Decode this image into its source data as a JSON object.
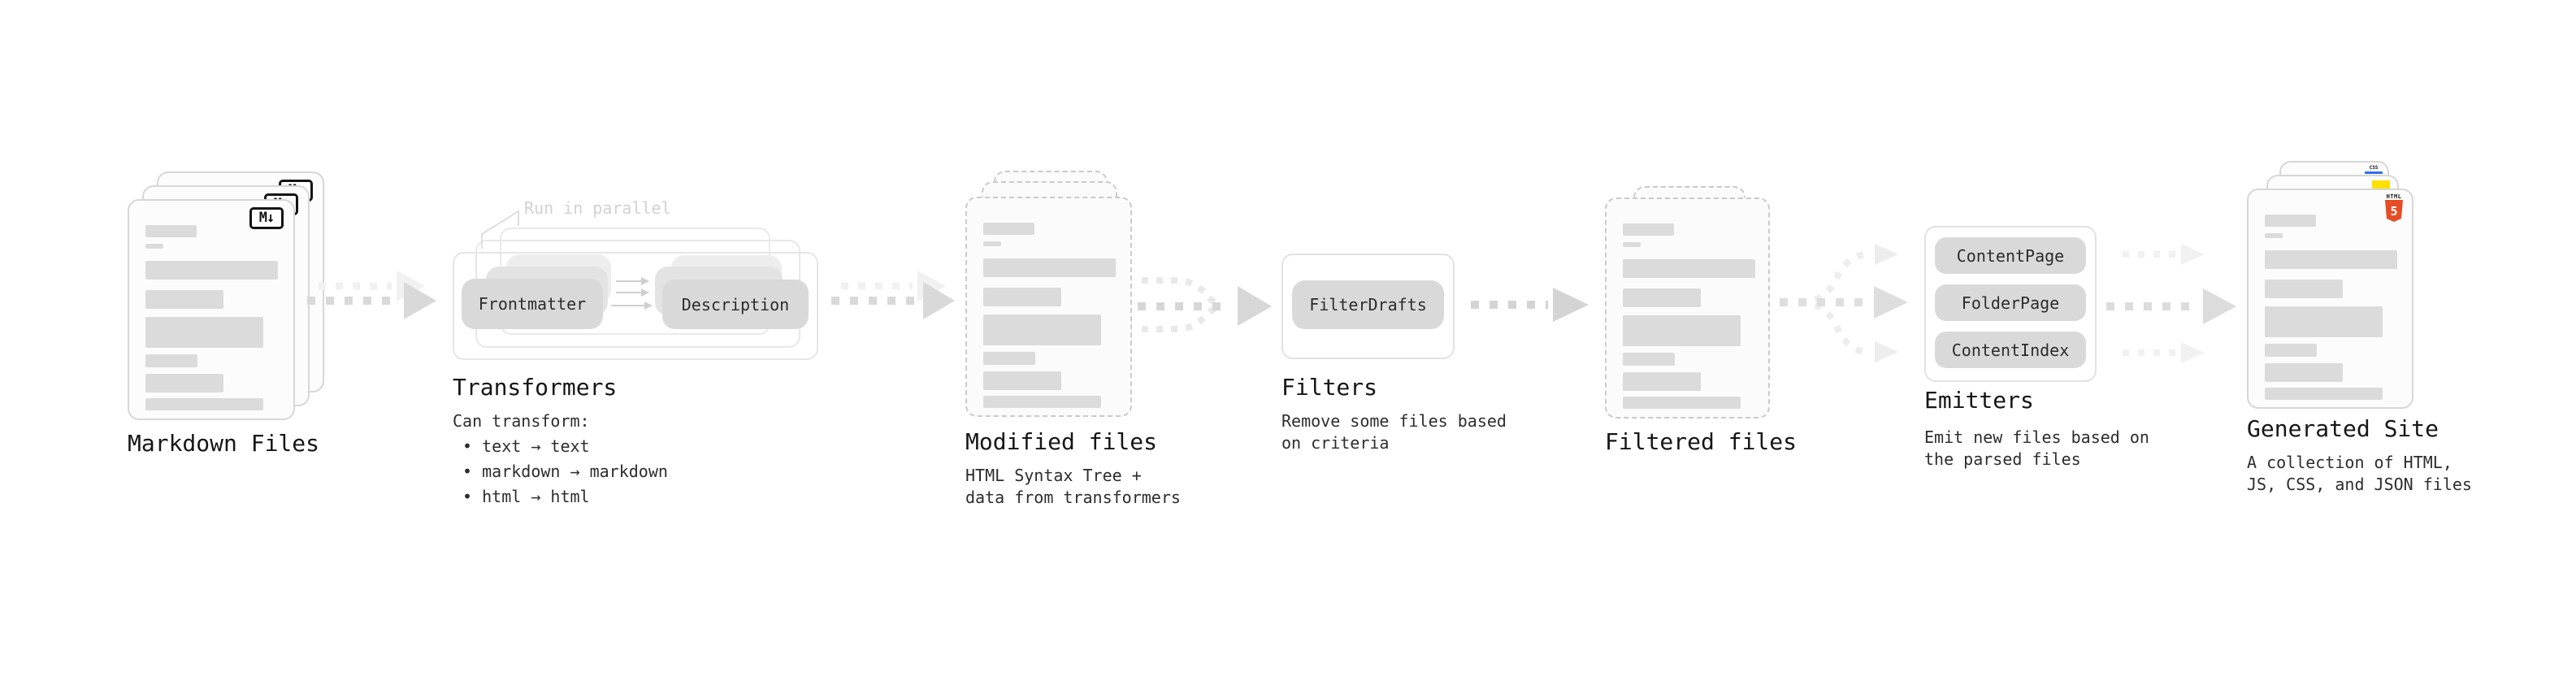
{
  "diagram": {
    "stations": {
      "markdown_files": {
        "title": "Markdown Files",
        "badge": "M↓"
      },
      "transformers": {
        "title": "Transformers",
        "note": "Run in parallel",
        "pills": [
          "Frontmatter",
          "Description"
        ],
        "description": "Can transform:\n • text → text\n • markdown → markdown\n • html → html"
      },
      "modified_files": {
        "title": "Modified files",
        "description": "HTML Syntax Tree +\ndata from transformers"
      },
      "filters": {
        "title": "Filters",
        "pill": "FilterDrafts",
        "description": "Remove some files based\non criteria"
      },
      "filtered_files": {
        "title": "Filtered files"
      },
      "emitters": {
        "title": "Emitters",
        "pills": [
          "ContentPage",
          "FolderPage",
          "ContentIndex"
        ],
        "description": "Emit new files based on\nthe parsed files"
      },
      "generated_site": {
        "title": "Generated Site",
        "description": "A collection of HTML,\nJS, CSS, and JSON files",
        "badges": {
          "css": "CSS",
          "html_label": "HTML",
          "html_number": "5"
        }
      }
    },
    "colors": {
      "html5_orange": "#e44d26",
      "js_yellow": "#ffe000",
      "css_blue": "#2f6fed"
    }
  }
}
